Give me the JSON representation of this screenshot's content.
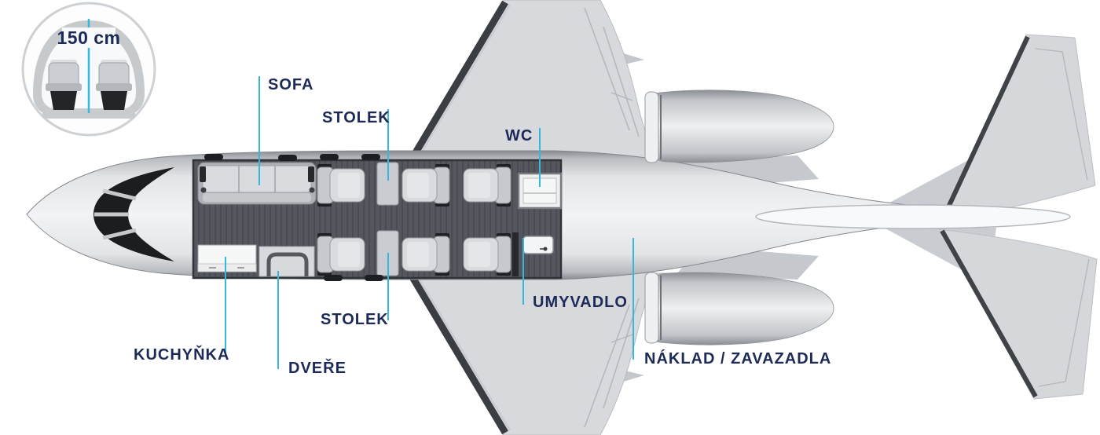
{
  "inset": {
    "measurement": "150 cm"
  },
  "labels": {
    "sofa": "SOFA",
    "table_front": "STOLEK",
    "wc": "WC",
    "sink": "UMYVADLO",
    "table_rear": "STOLEK",
    "galley": "KUCHYŇKA",
    "door": "DVEŘE",
    "cargo": "NÁKLAD / ZAVAZADLA"
  },
  "colors": {
    "accent_line": "#36b8dc",
    "label_text": "#1c2a57",
    "cabin_floor": "#54585e",
    "fuselage_light": "#f2f3f4",
    "fuselage_edge": "#86898e"
  }
}
